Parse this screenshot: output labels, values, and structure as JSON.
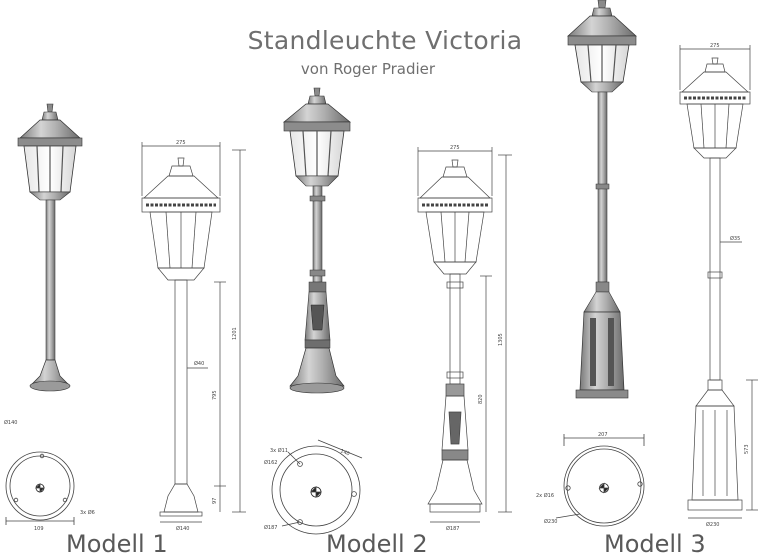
{
  "header": {
    "title": "Standleuchte Victoria",
    "subtitle": "von Roger Pradier"
  },
  "models": [
    {
      "label": "Modell 1"
    },
    {
      "label": "Modell 2"
    },
    {
      "label": "Modell 3"
    }
  ],
  "dimensions": {
    "m1": {
      "width": "275",
      "height": "1201",
      "shaft_height": "795",
      "base_height": "97",
      "pipe_dia": "Ø40",
      "base_dia": "Ø140",
      "plan_dia": "Ø140",
      "plan_width": "109",
      "plan_holes": "3x Ø6"
    },
    "m2": {
      "width": "275",
      "height": "1305",
      "shaft_height": "820",
      "base_dia": "Ø187",
      "plan_dia": "Ø162",
      "plan_outer": "Ø187",
      "plan_holes": "3x Ø11",
      "plan_offset": "140"
    },
    "m3": {
      "width": "275",
      "height": "573",
      "pipe_dia": "Ø35",
      "base_dia": "Ø230",
      "plan_width": "207",
      "plan_dia": "Ø230",
      "plan_holes": "2x Ø16"
    }
  }
}
